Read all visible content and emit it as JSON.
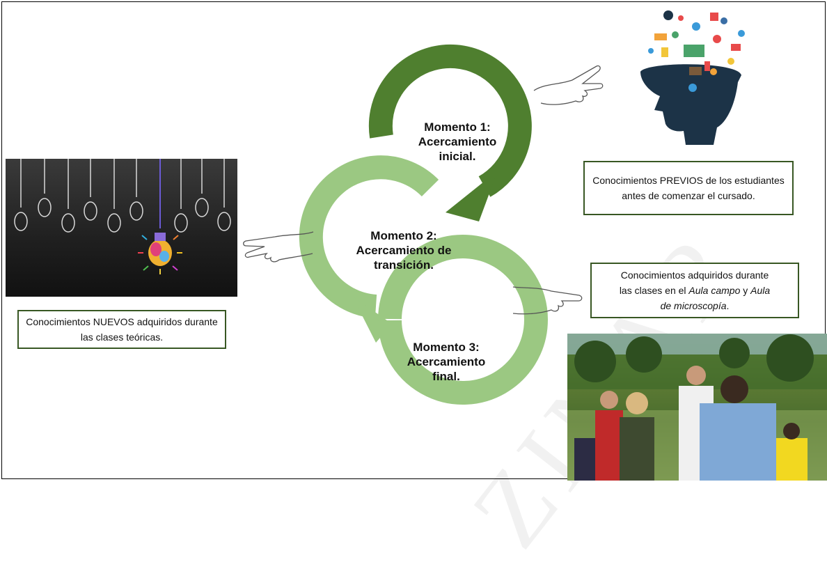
{
  "moments": [
    {
      "line1": "Momento 1:",
      "line2": "Acercamiento",
      "line3": "inicial."
    },
    {
      "line1": "Momento 2:",
      "line2": "Acercamiento de",
      "line3": "transición."
    },
    {
      "line1": "Momento 3:",
      "line2": "Acercamiento",
      "line3": "final."
    }
  ],
  "boxes": {
    "previos": "Conocimientos PREVIOS de los estudiantes antes de comenzar el cursado.",
    "nuevos": "Conocimientos NUEVOS adquiridos durante las clases teóricas.",
    "adquiridos": {
      "line1": "Conocimientos adquiridos durante",
      "line2_prefix": "las clases en el ",
      "line2_em": "Aula campo",
      "line2_mid": " y ",
      "line2_em2": "Aula",
      "line3_em": "de microscopía",
      "line3_suffix": "."
    }
  },
  "colors": {
    "dark_green": "#4f7f2f",
    "light_green": "#9bc882",
    "box_border": "#385723"
  },
  "watermark": "ZINAR"
}
